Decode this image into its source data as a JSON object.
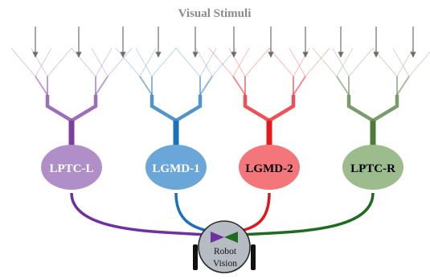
{
  "title": "Visual Stimuli",
  "neurons": [
    {
      "id": "lptc-l",
      "label": "LPTC-L",
      "color": "#7b3fa0",
      "fill": "#b08fc9",
      "text_color": "#ffffff"
    },
    {
      "id": "lgmd-1",
      "label": "LGMD-1",
      "color": "#1a72b8",
      "fill": "#6aa6d8",
      "text_color": "#ffffff"
    },
    {
      "id": "lgmd-2",
      "label": "LGMD-2",
      "color": "#e8171c",
      "fill": "#f2767a",
      "text_color": "#000000"
    },
    {
      "id": "lptc-r",
      "label": "LPTC-R",
      "color": "#4e7a3a",
      "fill": "#9cbc8e",
      "text_color": "#000000"
    }
  ],
  "robot": {
    "line1": "Robot",
    "line2": "Vision",
    "fill": "#b6bcc4",
    "stroke": "#2a2a2a"
  },
  "colors": {
    "title": "#8a8a8a",
    "arrow": "#6e6e6e",
    "left_connector": "#7030a0",
    "lgmd1_connector": "#1f6fc0",
    "lgmd2_connector": "#e0161c",
    "right_connector": "#1f6b1f"
  }
}
